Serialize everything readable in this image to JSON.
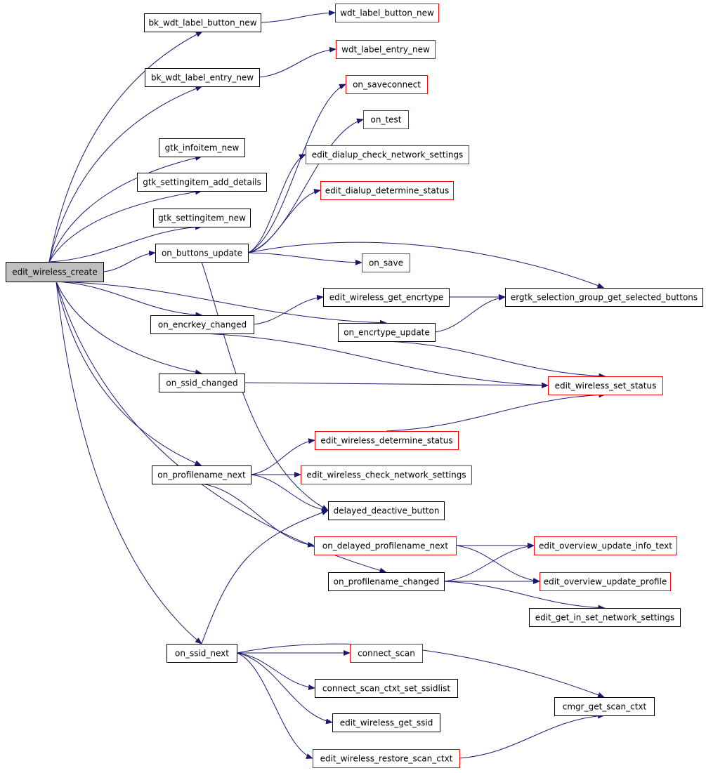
{
  "colors": {
    "edge": "#191970",
    "root_fill": "#bfbfbf",
    "node_border": "#000000",
    "external_border": "#ff0000",
    "background": "#ffffff"
  },
  "nodes": [
    {
      "id": "edit_wireless_create",
      "label": "edit_wireless_create",
      "kind": "root"
    },
    {
      "id": "bk_wdt_label_button_new",
      "label": "bk_wdt_label_button_new",
      "kind": "local"
    },
    {
      "id": "wdt_label_button_new",
      "label": "wdt_label_button_new",
      "kind": "external"
    },
    {
      "id": "bk_wdt_label_entry_new",
      "label": "bk_wdt_label_entry_new",
      "kind": "local"
    },
    {
      "id": "wdt_label_entry_new",
      "label": "wdt_label_entry_new",
      "kind": "external"
    },
    {
      "id": "on_saveconnect",
      "label": "on_saveconnect",
      "kind": "external"
    },
    {
      "id": "on_test",
      "label": "on_test",
      "kind": "external"
    },
    {
      "id": "gtk_infoitem_new",
      "label": "gtk_infoitem_new",
      "kind": "local"
    },
    {
      "id": "edit_dialup_check_network_settings",
      "label": "edit_dialup_check_network_settings",
      "kind": "external"
    },
    {
      "id": "gtk_settingitem_add_details",
      "label": "gtk_settingitem_add_details",
      "kind": "local"
    },
    {
      "id": "edit_dialup_determine_status",
      "label": "edit_dialup_determine_status",
      "kind": "external"
    },
    {
      "id": "gtk_settingitem_new",
      "label": "gtk_settingitem_new",
      "kind": "local"
    },
    {
      "id": "on_buttons_update",
      "label": "on_buttons_update",
      "kind": "local"
    },
    {
      "id": "on_save",
      "label": "on_save",
      "kind": "external"
    },
    {
      "id": "edit_wireless_get_encrtype",
      "label": "edit_wireless_get_encrtype",
      "kind": "local"
    },
    {
      "id": "ergtk_selection_group_get_selected_buttons",
      "label": "ergtk_selection_group_get_selected_buttons",
      "kind": "local"
    },
    {
      "id": "on_encrkey_changed",
      "label": "on_encrkey_changed",
      "kind": "local"
    },
    {
      "id": "on_encrtype_update",
      "label": "on_encrtype_update",
      "kind": "local"
    },
    {
      "id": "on_ssid_changed",
      "label": "on_ssid_changed",
      "kind": "local"
    },
    {
      "id": "edit_wireless_set_status",
      "label": "edit_wireless_set_status",
      "kind": "external"
    },
    {
      "id": "edit_wireless_determine_status",
      "label": "edit_wireless_determine_status",
      "kind": "external"
    },
    {
      "id": "on_profilename_next",
      "label": "on_profilename_next",
      "kind": "local"
    },
    {
      "id": "edit_wireless_check_network_settings",
      "label": "edit_wireless_check_network_settings",
      "kind": "external"
    },
    {
      "id": "delayed_deactive_button",
      "label": "delayed_deactive_button",
      "kind": "local"
    },
    {
      "id": "on_delayed_profilename_next",
      "label": "on_delayed_profilename_next",
      "kind": "external"
    },
    {
      "id": "edit_overview_update_info_text",
      "label": "edit_overview_update_info_text",
      "kind": "external"
    },
    {
      "id": "on_profilename_changed",
      "label": "on_profilename_changed",
      "kind": "local"
    },
    {
      "id": "edit_overview_update_profile",
      "label": "edit_overview_update_profile",
      "kind": "external"
    },
    {
      "id": "edit_get_in_set_network_settings",
      "label": "edit_get_in_set_network_settings",
      "kind": "local"
    },
    {
      "id": "on_ssid_next",
      "label": "on_ssid_next",
      "kind": "local"
    },
    {
      "id": "connect_scan",
      "label": "connect_scan",
      "kind": "external"
    },
    {
      "id": "connect_scan_ctxt_set_ssidlist",
      "label": "connect_scan_ctxt_set_ssidlist",
      "kind": "local"
    },
    {
      "id": "cmgr_get_scan_ctxt",
      "label": "cmgr_get_scan_ctxt",
      "kind": "local"
    },
    {
      "id": "edit_wireless_get_ssid",
      "label": "edit_wireless_get_ssid",
      "kind": "local"
    },
    {
      "id": "edit_wireless_restore_scan_ctxt",
      "label": "edit_wireless_restore_scan_ctxt",
      "kind": "external"
    }
  ],
  "edges": [
    [
      "edit_wireless_create",
      "bk_wdt_label_button_new"
    ],
    [
      "edit_wireless_create",
      "bk_wdt_label_entry_new"
    ],
    [
      "edit_wireless_create",
      "gtk_infoitem_new"
    ],
    [
      "edit_wireless_create",
      "gtk_settingitem_add_details"
    ],
    [
      "edit_wireless_create",
      "gtk_settingitem_new"
    ],
    [
      "edit_wireless_create",
      "on_buttons_update"
    ],
    [
      "edit_wireless_create",
      "on_encrkey_changed"
    ],
    [
      "edit_wireless_create",
      "on_encrtype_update"
    ],
    [
      "edit_wireless_create",
      "on_ssid_changed"
    ],
    [
      "edit_wireless_create",
      "on_profilename_next"
    ],
    [
      "edit_wireless_create",
      "on_profilename_changed"
    ],
    [
      "edit_wireless_create",
      "on_ssid_next"
    ],
    [
      "bk_wdt_label_button_new",
      "wdt_label_button_new"
    ],
    [
      "bk_wdt_label_entry_new",
      "wdt_label_entry_new"
    ],
    [
      "on_buttons_update",
      "on_saveconnect"
    ],
    [
      "on_buttons_update",
      "on_test"
    ],
    [
      "on_buttons_update",
      "edit_dialup_check_network_settings"
    ],
    [
      "on_buttons_update",
      "edit_dialup_determine_status"
    ],
    [
      "on_buttons_update",
      "on_save"
    ],
    [
      "on_buttons_update",
      "ergtk_selection_group_get_selected_buttons"
    ],
    [
      "on_buttons_update",
      "delayed_deactive_button"
    ],
    [
      "on_encrkey_changed",
      "edit_wireless_get_encrtype"
    ],
    [
      "on_encrkey_changed",
      "edit_wireless_set_status"
    ],
    [
      "edit_wireless_get_encrtype",
      "ergtk_selection_group_get_selected_buttons"
    ],
    [
      "on_encrtype_update",
      "ergtk_selection_group_get_selected_buttons"
    ],
    [
      "on_encrtype_update",
      "edit_wireless_set_status"
    ],
    [
      "on_ssid_changed",
      "edit_wireless_set_status"
    ],
    [
      "edit_wireless_determine_status",
      "edit_wireless_set_status"
    ],
    [
      "on_profilename_next",
      "edit_wireless_determine_status"
    ],
    [
      "on_profilename_next",
      "edit_wireless_check_network_settings"
    ],
    [
      "on_profilename_next",
      "delayed_deactive_button"
    ],
    [
      "on_profilename_next",
      "on_delayed_profilename_next"
    ],
    [
      "on_delayed_profilename_next",
      "edit_overview_update_info_text"
    ],
    [
      "on_delayed_profilename_next",
      "edit_overview_update_profile"
    ],
    [
      "on_profilename_changed",
      "edit_overview_update_info_text"
    ],
    [
      "on_profilename_changed",
      "edit_overview_update_profile"
    ],
    [
      "on_profilename_changed",
      "edit_get_in_set_network_settings"
    ],
    [
      "on_ssid_next",
      "delayed_deactive_button"
    ],
    [
      "on_ssid_next",
      "connect_scan"
    ],
    [
      "on_ssid_next",
      "connect_scan_ctxt_set_ssidlist"
    ],
    [
      "on_ssid_next",
      "cmgr_get_scan_ctxt"
    ],
    [
      "on_ssid_next",
      "edit_wireless_get_ssid"
    ],
    [
      "on_ssid_next",
      "edit_wireless_restore_scan_ctxt"
    ],
    [
      "edit_wireless_restore_scan_ctxt",
      "cmgr_get_scan_ctxt"
    ]
  ]
}
